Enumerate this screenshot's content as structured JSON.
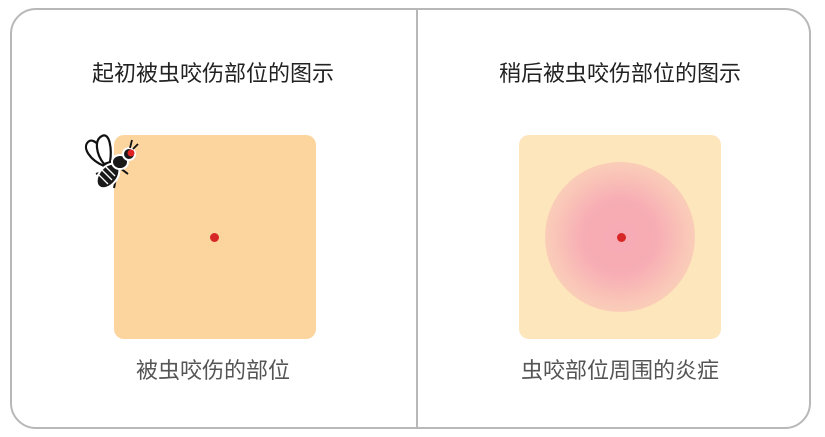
{
  "left_panel": {
    "title": "起初被虫咬伤部位的图示",
    "caption": "被虫咬伤的部位",
    "icon": "insect-icon"
  },
  "right_panel": {
    "title": "稍后被虫咬伤部位的图示",
    "caption": "虫咬部位周围的炎症"
  },
  "colors": {
    "skin_initial": "#fcd59e",
    "skin_later": "#fde5bc",
    "inflammation": "#f7aab4",
    "bite_dot": "#d62626",
    "border": "#b8b8b8"
  }
}
